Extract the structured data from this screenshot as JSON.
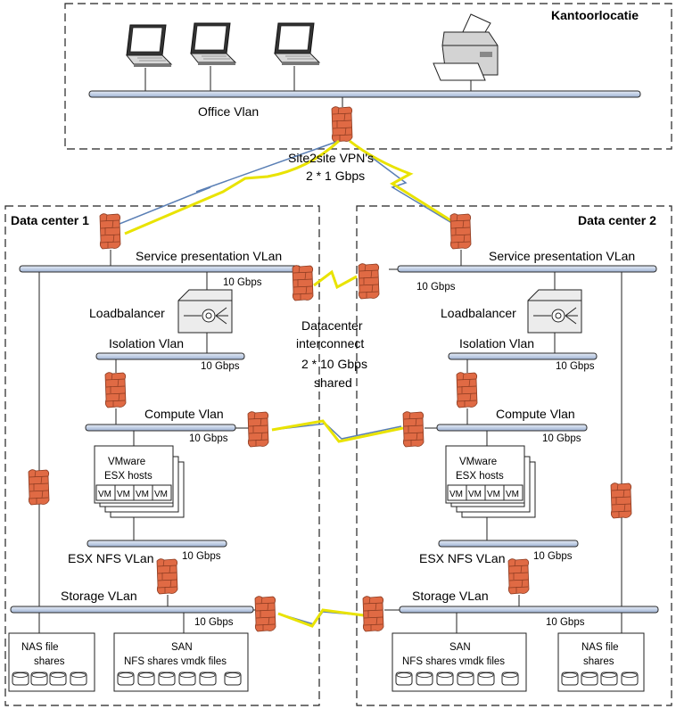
{
  "office": {
    "title": "Kantoorlocatie",
    "vlan": "Office Vlan"
  },
  "vpn": {
    "line1": "Site2site VPN's",
    "line2": "2 * 1 Gbps"
  },
  "interconnect": {
    "line1": "Datacenter",
    "line2": "interconnect",
    "line3": "2 * 10 Gbps",
    "line4": "shared"
  },
  "dc1": {
    "title": "Data center 1",
    "service_vlan": "Service presentation VLan",
    "service_speed": "10 Gbps",
    "loadbalancer": "Loadbalancer",
    "isolation_vlan": "Isolation Vlan",
    "isolation_speed": "10 Gbps",
    "compute_vlan": "Compute Vlan",
    "compute_speed": "10 Gbps",
    "esx_line1": "VMware",
    "esx_line2": "ESX hosts",
    "vm": "VM",
    "nfs_vlan": "ESX NFS VLan",
    "nfs_speed": "10 Gbps",
    "storage_vlan": "Storage VLan",
    "storage_speed": "10 Gbps",
    "nas_line1": "NAS file",
    "nas_line2": "shares",
    "san_line1": "SAN",
    "san_line2": "NFS shares vmdk files"
  },
  "dc2": {
    "title": "Data center 2",
    "service_vlan": "Service presentation VLan",
    "service_speed": "10 Gbps",
    "loadbalancer": "Loadbalancer",
    "isolation_vlan": "Isolation Vlan",
    "isolation_speed": "10 Gbps",
    "compute_vlan": "Compute Vlan",
    "compute_speed": "10 Gbps",
    "esx_line1": "VMware",
    "esx_line2": "ESX hosts",
    "vm": "VM",
    "nfs_vlan": "ESX NFS VLan",
    "nfs_speed": "10 Gbps",
    "storage_vlan": "Storage VLan",
    "storage_speed": "10 Gbps",
    "nas_line1": "NAS file",
    "nas_line2": "shares",
    "san_line1": "SAN",
    "san_line2": "NFS shares vmdk files"
  },
  "colors": {
    "vlan_fill": "#c9d6ea",
    "vlan_stroke": "#2b2b2b",
    "firewall": "#e5744e",
    "firewall_dark": "#b44424",
    "bolt": "#f4f000",
    "link": "#5a7fb5"
  }
}
